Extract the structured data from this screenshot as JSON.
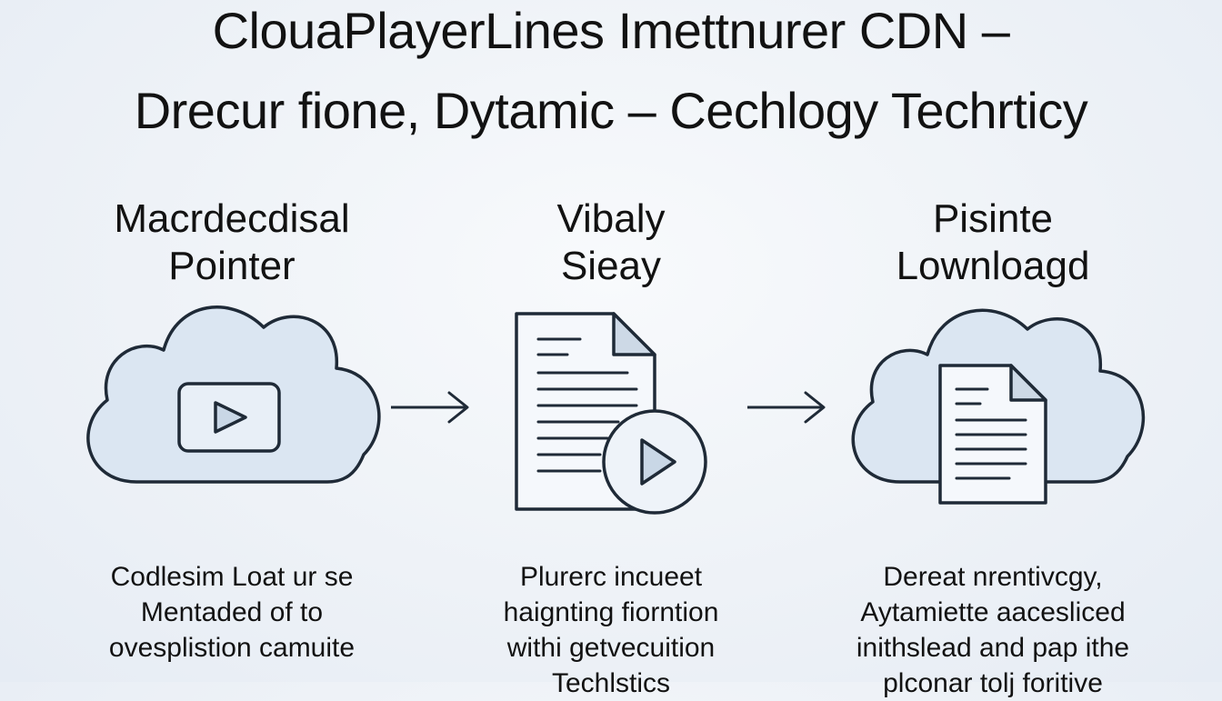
{
  "title": {
    "line1": "ClouaPlayerLines Imettnurer CDN –",
    "line2": "Drecur fione, Dytamic – Cechlogy Techrticy"
  },
  "steps": [
    {
      "heading": [
        "Macrdecdisal",
        "Pointer"
      ],
      "icon": "cloud-video-icon",
      "description": [
        "Codlesim Loat ur se",
        "Mentaded of to",
        "ovesplistion camuite"
      ]
    },
    {
      "heading": [
        "Vibaly",
        "Sieay"
      ],
      "icon": "document-play-icon",
      "description": [
        "Plurerc incueet",
        "haignting fiorntion",
        "withi getvecuition",
        "Techlstics"
      ]
    },
    {
      "heading": [
        "Pisinte",
        "Lownloagd"
      ],
      "icon": "cloud-document-icon",
      "description": [
        "Dereat nrentivcgy,",
        "Aytamiette aacesliced",
        "inithslead and pap ithe",
        "plconar tolj foritive"
      ]
    }
  ],
  "arrows": [
    "arrow-right-icon",
    "arrow-right-icon"
  ],
  "colors": {
    "stroke": "#1f2a37",
    "cloud_fill": "#dbe6f2",
    "doc_fill": "#f5f8fc",
    "fold_fill": "#cdd9e6",
    "play_fill": "#c9d7e6",
    "background": "#eef2f7"
  }
}
